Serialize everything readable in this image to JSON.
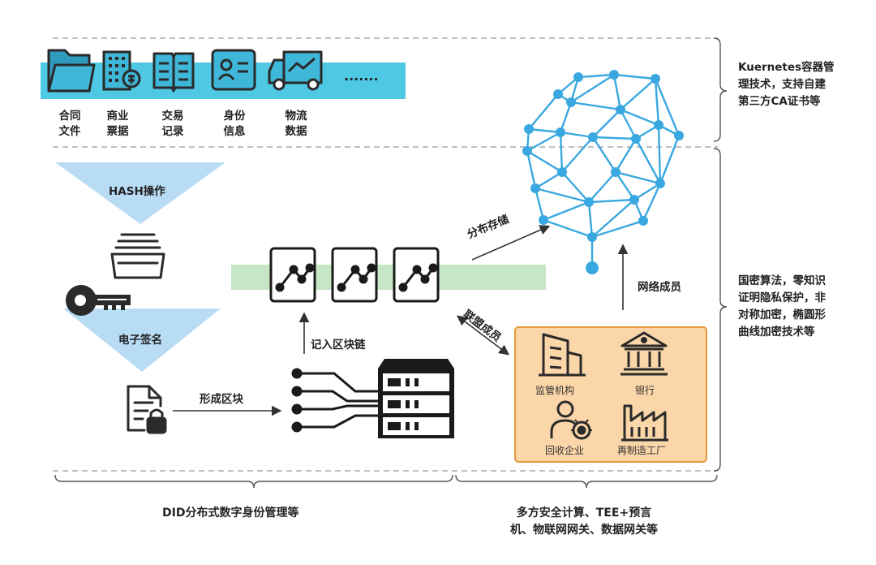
{
  "top_items": [
    {
      "icon": "folder-icon",
      "line1": "合同",
      "line2": "文件"
    },
    {
      "icon": "commercial-bill-icon",
      "line1": "商业",
      "line2": "票据"
    },
    {
      "icon": "transaction-record-icon",
      "line1": "交易",
      "line2": "记录"
    },
    {
      "icon": "id-card-icon",
      "line1": "身份",
      "line2": "信息"
    },
    {
      "icon": "logistics-truck-icon",
      "line1": "物流",
      "line2": "数据"
    }
  ],
  "top_ellipsis": ".......",
  "hash_label": "HASH操作",
  "signature_label": "电子签名",
  "form_block_label": "形成区块",
  "record_chain_label": "记入区块链",
  "distributed_storage_label": "分布存储",
  "alliance_member_label": "联盟成员",
  "network_member_label": "网络成员",
  "orgs": [
    {
      "icon": "office-building-icon",
      "label": "监管机构"
    },
    {
      "icon": "bank-icon",
      "label": "银行"
    },
    {
      "icon": "recycler-person-icon",
      "label": "回收企业"
    },
    {
      "icon": "factory-icon",
      "label": "再制造工厂"
    }
  ],
  "right_note_top": [
    "Kuernetes容器管",
    "理技术，支持自建",
    "第三方CA证书等"
  ],
  "right_note_middle": [
    "国密算法，零知识",
    "证明隐私保护，非",
    "对称加密，椭圆形",
    "曲线加密技术等"
  ],
  "bottom_note_left": "DID分布式数字身份管理等",
  "bottom_note_right": [
    "多方安全计算、TEE+预言",
    "机、物联网网关、数据网关等"
  ],
  "colors": {
    "cyan_band": "#4ec8e3",
    "funnel_blue": "#b9dcf5",
    "chain_band": "#c7e6c5",
    "network_blue": "#3aa8e0",
    "org_box_fill": "#fbd6a8",
    "org_box_border": "#e69a3c",
    "icon_dark": "#2a2a2a"
  }
}
